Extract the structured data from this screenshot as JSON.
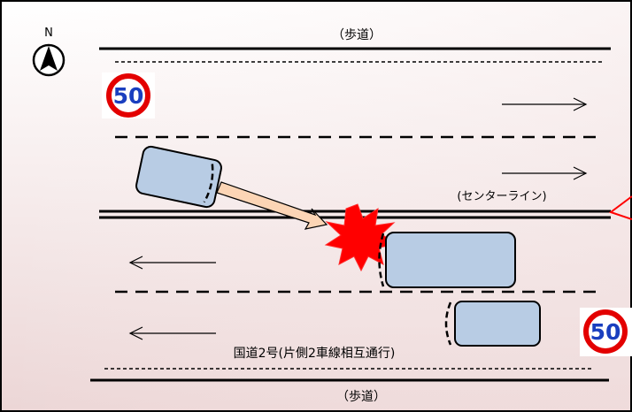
{
  "compass": {
    "letter": "N",
    "icon": "north-arrow-icon"
  },
  "sidewalk_top": "（歩道）",
  "sidewalk_bottom": "（歩道）",
  "center_line_label": "(センターライン)",
  "road_label": "国道2号(片側2車線相互通行)",
  "speed_limit_signs": [
    {
      "value": "50",
      "icon": "speed-limit-sign-icon"
    },
    {
      "value": "50",
      "icon": "speed-limit-sign-icon"
    }
  ],
  "traffic_arrows": [
    {
      "direction": "east",
      "icon": "right-arrow-icon"
    },
    {
      "direction": "east",
      "icon": "right-arrow-icon"
    },
    {
      "direction": "west",
      "icon": "left-arrow-icon"
    },
    {
      "direction": "west",
      "icon": "left-arrow-icon"
    }
  ],
  "colors": {
    "background_top": "#ffffff",
    "background_bottom": "#ecd8d8",
    "border": "#000000",
    "vehicle_fill": "#b8cce4",
    "impact_red": "#ff0000",
    "path_arrow_fill": "#fcd5b5",
    "sign_red": "#e30000",
    "sign_blue": "#1a3fbf"
  }
}
